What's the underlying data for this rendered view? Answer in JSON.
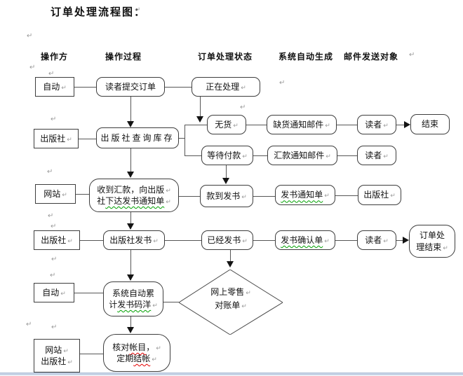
{
  "title": "订单处理流程图：",
  "columns": [
    "操作方",
    "操作过程",
    "订单处理状态",
    "系统自动生成",
    "邮件发送对象"
  ],
  "marks": {
    "pilcrow": "↵"
  },
  "colors": {
    "line": "#565656",
    "box_border": "#3d3d3d",
    "arrow": "#141414",
    "grammar_wavy_green": "#00a000",
    "spell_wavy_red": "#e60000",
    "page_edge_blue": "#c6d3e6"
  },
  "nodes": {
    "auto1": "自动",
    "submit": "读者提交订单",
    "processing": "正在处理",
    "pub1": "出版社",
    "query": "出版社查询库存",
    "nostock": "无货",
    "lack_mail": "缺货通知邮件",
    "reader1": "读者",
    "end1": "结束",
    "waitpay": "等待付款",
    "remit_mail": "汇款通知邮件",
    "reader2": "读者",
    "web1": "网站",
    "receive_line1": "收到汇款，向出版",
    "receive_line2_pre": "社",
    "receive_line2_wavy": "下达发书通知单",
    "paid": "款到发书",
    "ship_note": "发书通知单",
    "pub_recv": "出版社",
    "pub2": "出版社",
    "ship": "出版社发书",
    "shipped": "已经发书",
    "confirm_note": "发书确认单",
    "reader3": "读者",
    "end2_line1": "订单处",
    "end2_line2": "理结束",
    "auto2": "自动",
    "accum_line1": "系统自动累",
    "accum_line2_pre": "计",
    "accum_line2_wavy": "发书码洋",
    "diamond_line1": "网上零售",
    "diamond_line2": "对账单",
    "webpub_line1": "网站",
    "webpub_line2": "出版社",
    "settle_line1_pre": "核对",
    "settle_line1_wavy": "帐目",
    "settle_line1_post": "，",
    "settle_line2_pre": "定期",
    "settle_line2_wavy": "结帐"
  }
}
